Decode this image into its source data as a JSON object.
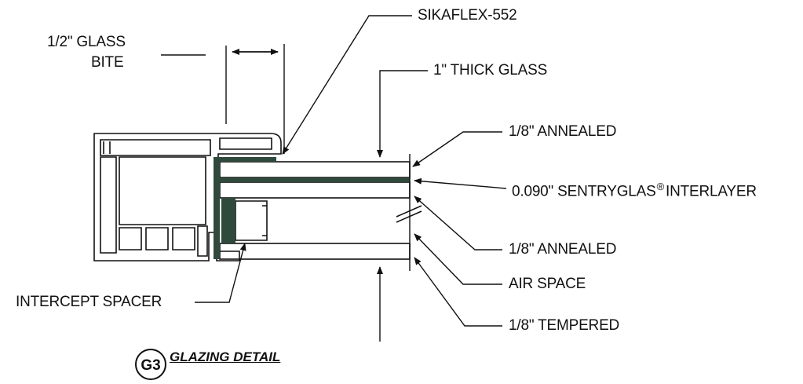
{
  "callouts": {
    "glass_bite_line1": "1/2\" GLASS",
    "glass_bite_line2": "BITE",
    "sealant": "SIKAFLEX-552",
    "glass_thickness": "1\" THICK GLASS",
    "outer_lite": "1/8\" ANNEALED",
    "interlayer_prefix": "0.090\" SENTRYGLAS",
    "interlayer_mark": "®",
    "interlayer_suffix": "INTERLAYER",
    "inner_lite": "1/8\" ANNEALED",
    "air_space": "AIR SPACE",
    "tempered_lite": "1/8\" TEMPERED",
    "spacer": "INTERCEPT SPACER"
  },
  "detail": {
    "badge": "G3",
    "title": "GLAZING DETAIL"
  },
  "colors": {
    "ink": "#111111",
    "silicone": "#2f4a3c",
    "interlayer": "#2f4a3c"
  }
}
